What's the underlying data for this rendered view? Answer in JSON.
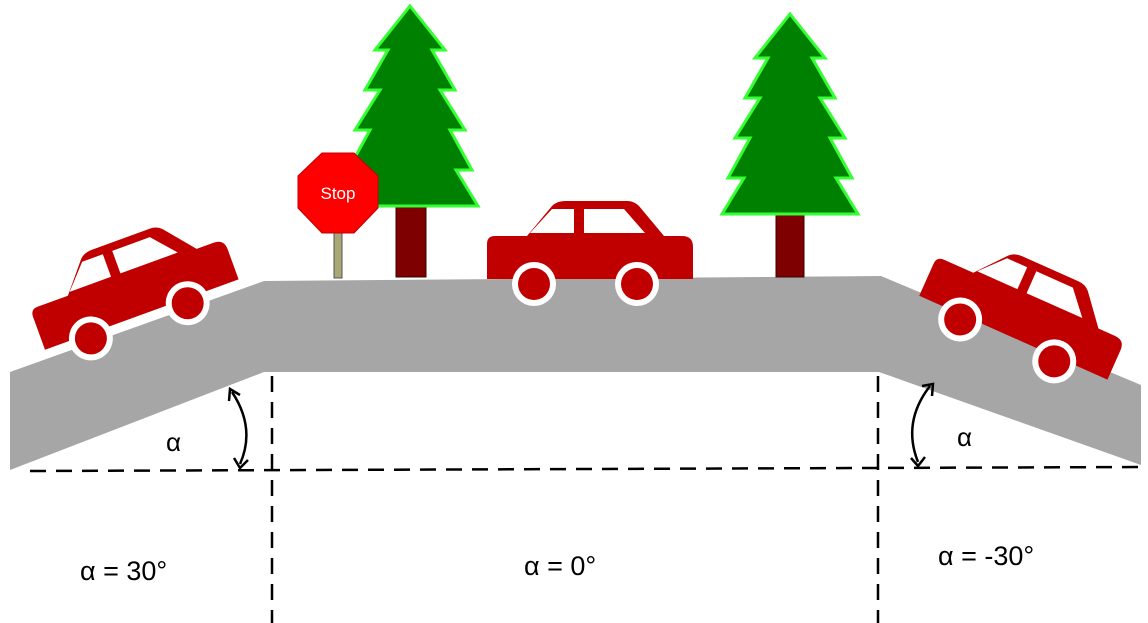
{
  "sign": {
    "text": "Stop"
  },
  "angle_marks": {
    "left": "α",
    "right": "α"
  },
  "regions": {
    "left": "α = 30°",
    "middle": "α = 0°",
    "right": "α = -30°"
  },
  "colors": {
    "road": "#a6a6a6",
    "car": "#c00000",
    "tree_foliage": "#008000",
    "tree_outline": "#33ff33",
    "trunk": "#7f0000",
    "stop_sign": "#ff0000",
    "dashes": "#000000"
  }
}
